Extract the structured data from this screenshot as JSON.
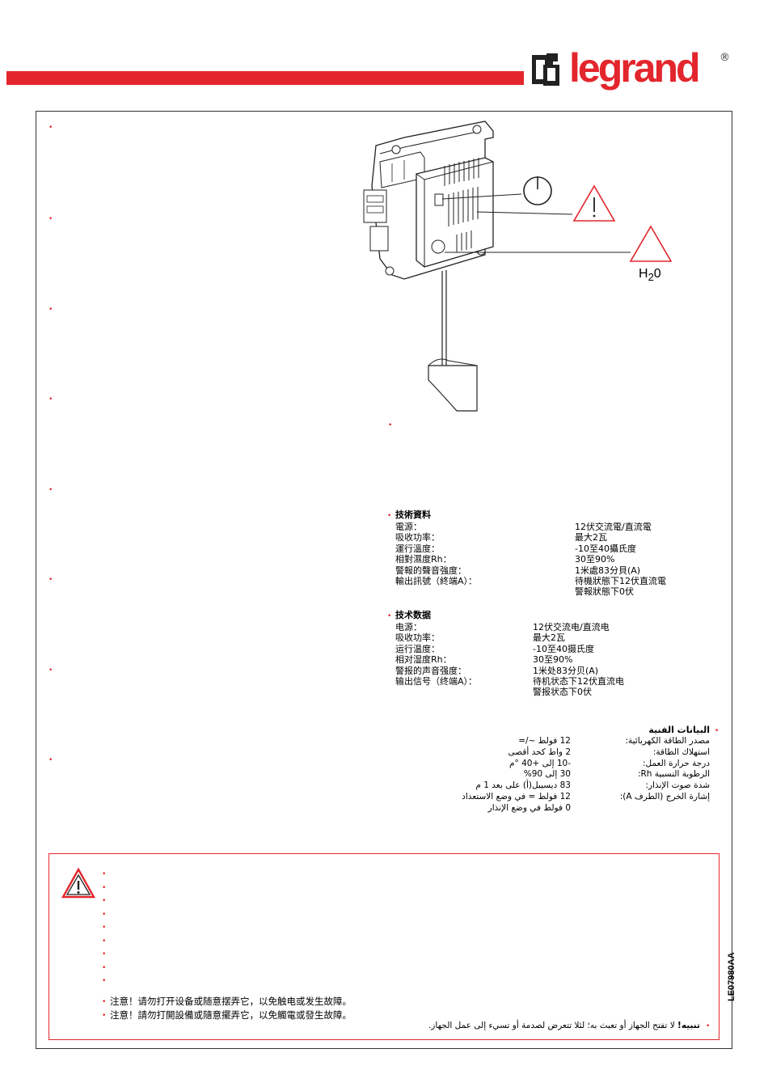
{
  "brand": {
    "name": "legrand",
    "registered": "®",
    "accent": "#e3262d"
  },
  "diagram": {
    "h2o_label_main": "H",
    "h2o_label_sub": "2",
    "h2o_label_end": "0"
  },
  "traditional": {
    "title": "技術資料",
    "rows": [
      [
        "電源：",
        "12伏交流電/直流電"
      ],
      [
        "吸收功率：",
        "最大2瓦"
      ],
      [
        "運行溫度：",
        "-10至40攝氏度"
      ],
      [
        "相對濕度Rh：",
        "30至90%"
      ],
      [
        "警報的聲音強度：",
        "1米處83分貝(A)"
      ],
      [
        "輸出訊號（終端A）：",
        "待機狀態下12伏直流電"
      ],
      [
        "",
        "警報狀態下0伏"
      ]
    ]
  },
  "simplified": {
    "title": "技术数据",
    "rows": [
      [
        "电源：",
        "12伏交流电/直流电"
      ],
      [
        "吸收功率：",
        "最大2瓦"
      ],
      [
        "运行温度：",
        "-10至40摄氏度"
      ],
      [
        "相对湿度Rh：",
        "30至90%"
      ],
      [
        "警报的声音强度：",
        "1米处83分贝(A)"
      ],
      [
        "输出信号（终端A）：",
        "待机状态下12伏直流电"
      ],
      [
        "",
        "警报状态下0伏"
      ]
    ]
  },
  "arabic": {
    "title": "البيانات الفنية",
    "labels": [
      "مصدر الطاقة الكهربائية:",
      "استهلاك الطاقة:",
      "درجة حرارة العمل:",
      "الرطوبة النسبية Rh:",
      "شدة صوت الإنذار:",
      "إشارة الخرج (الطرف A):"
    ],
    "values": [
      "12 فولط ~/=",
      "2 واط كحد أقصى",
      "-10 إلى +40 °م",
      "30 إلى 90%",
      "83 ديسيبل(أ) على بعد 1 م",
      "12 فولط = في وضع الاستعداد",
      "0 فولط في وضع الإنذار"
    ]
  },
  "warning": {
    "simplified": "注意！请勿打开设备或随意摆弄它，以免触电或发生故障。",
    "traditional": "注意！請勿打開設備或隨意擺弄它，以免觸電或發生故障。",
    "arabic_bold": "تنبيه!",
    "arabic_text": " لا تفتح الجهاز أو تعبث به؛ لئلا تتعرض لصدمة أو تسيء إلى عمل الجهاز."
  },
  "doc_code": "LE07980AA"
}
